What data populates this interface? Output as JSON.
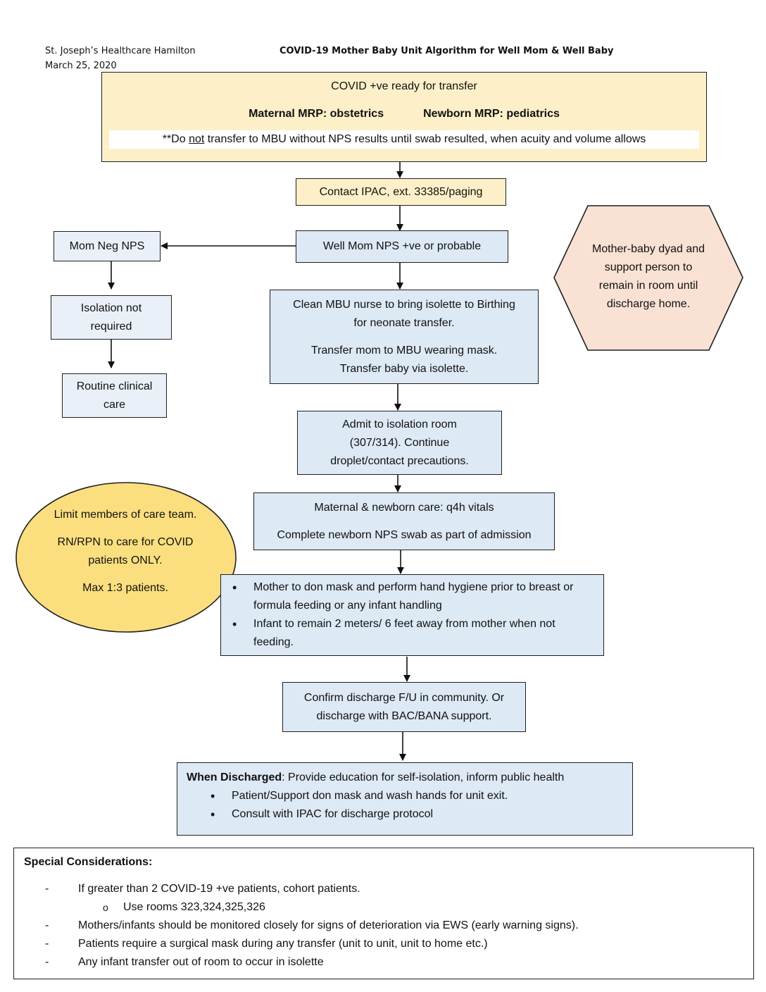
{
  "header": {
    "organization": "St. Joseph’s Healthcare Hamilton",
    "date": "March 25, 2020",
    "title": "COVID-19 Mother Baby Unit Algorithm for Well Mom & Well Baby"
  },
  "top_box": {
    "line1": "COVID +ve ready for transfer",
    "maternal": "Maternal MRP: obstetrics",
    "newborn": "Newborn MRP: pediatrics",
    "note_prefix": "**Do ",
    "note_underlined": "not",
    "note_suffix": " transfer to MBU without NPS results until swab resulted, when acuity and volume allows"
  },
  "contact_ipac": "Contact IPAC, ext. 33385/paging",
  "well_mom": "Well Mom NPS +ve or probable",
  "mom_neg": "Mom Neg NPS",
  "isolation_not_required": "Isolation not required",
  "routine_care": "Routine clinical care",
  "clean_nurse": {
    "line1": "Clean MBU nurse to bring isolette to Birthing for neonate transfer.",
    "line2": "Transfer mom to MBU wearing mask. Transfer baby via isolette."
  },
  "hexagon": "Mother-baby dyad and support person to remain in room until discharge home.",
  "admit": "Admit to isolation room (307/314). Continue droplet/contact precautions.",
  "care_box": {
    "line1": "Maternal & newborn care: q4h vitals",
    "line2": "Complete newborn NPS swab as part of admission"
  },
  "oval": {
    "line1": "Limit members of care team.",
    "line2": "RN/RPN to care for COVID patients ONLY.",
    "line3": "Max 1:3 patients."
  },
  "mother_box": {
    "bullets": [
      "Mother to don mask and perform hand hygiene prior to breast or formula feeding or any infant handling",
      "Infant to remain 2 meters/ 6 feet away from mother when not feeding."
    ]
  },
  "confirm": "Confirm discharge F/U in community. Or discharge with BAC/BANA support.",
  "discharged": {
    "label": "When Discharged",
    "text": ": Provide education for self-isolation, inform public health",
    "bullets": [
      "Patient/Support don mask and wash hands for unit exit.",
      "Consult with IPAC for discharge protocol"
    ]
  },
  "special": {
    "title": "Special Considerations:",
    "item1": "If greater than 2 COVID-19 +ve patients, cohort patients.",
    "sub1": "Use rooms 323,324,325,326",
    "item2": "Mothers/infants should be monitored closely for signs of deterioration via EWS (early warning signs).",
    "item3": "Patients require a surgical mask during any transfer (unit to unit, unit to home etc.)",
    "item4": "Any infant transfer out of room to occur in isolette"
  },
  "colors": {
    "blue_box": "#dde9f5",
    "light_blue_box": "#eaf0f8",
    "yellow_box": "#fdf0c8",
    "hexagon": "#f9e1d3",
    "oval": "#fbdf7f"
  }
}
